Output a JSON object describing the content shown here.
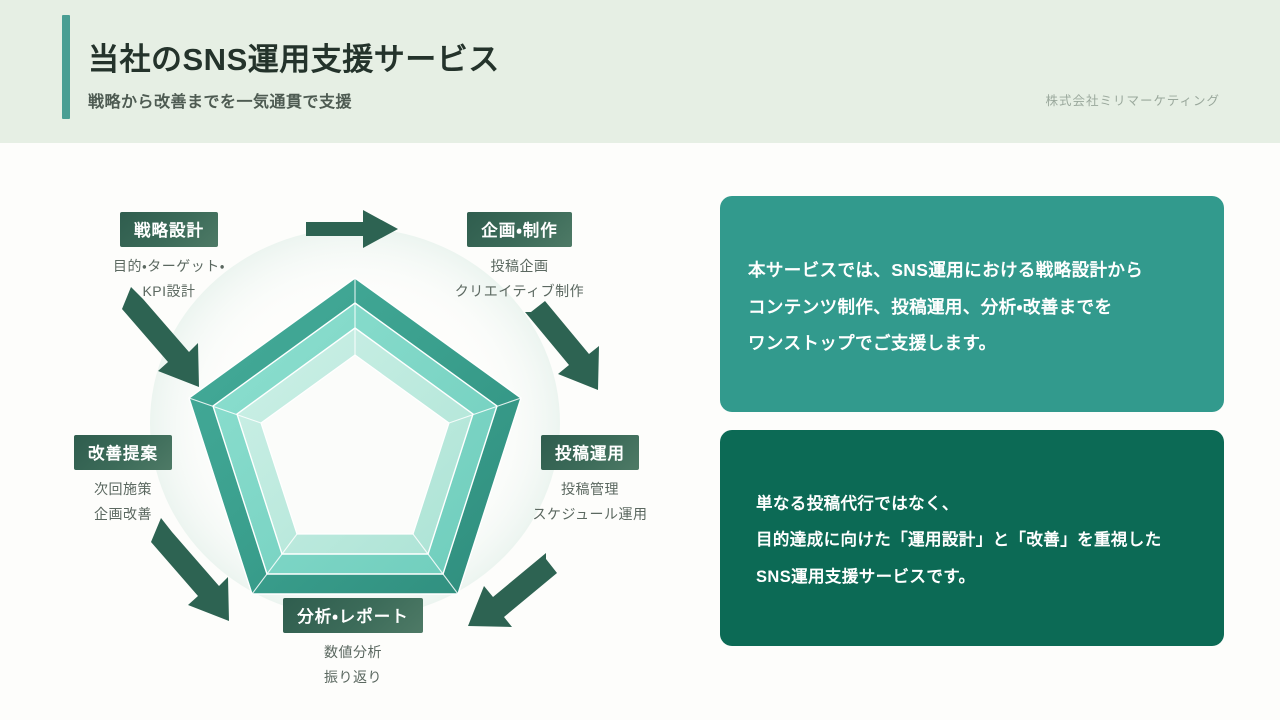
{
  "header": {
    "title": "当社のSNS運用支援サービス",
    "subtitle": "戦略から改善までを一気通貫で支援",
    "company": "株式会社ミリマーケティング",
    "accent_color": "#4a9e93",
    "background_color": "#e6efe4"
  },
  "diagram": {
    "shape": "pentagon",
    "ring_colors": [
      "#3aa08f",
      "#7ed6c6",
      "#bdeade"
    ],
    "arrow_color": "#2d6352",
    "nodes": [
      {
        "id": "strategy",
        "label": "戦略設計",
        "desc_line1": "目的・ターゲット・",
        "desc_line2": "KPI設計"
      },
      {
        "id": "plan",
        "label": "企画・制作",
        "desc_line1": "投稿企画",
        "desc_line2": "クリエイティブ制作"
      },
      {
        "id": "operate",
        "label": "投稿運用",
        "desc_line1": "投稿管理",
        "desc_line2": "スケジュール運用"
      },
      {
        "id": "report",
        "label": "分析・レポート",
        "desc_line1": "数値分析",
        "desc_line2": "振り返り"
      },
      {
        "id": "improve",
        "label": "改善提案",
        "desc_line1": "次回施策",
        "desc_line2": "企画改善"
      }
    ]
  },
  "panels": [
    {
      "id": "overview",
      "background_color": "#329a8d",
      "line1": "本サービスでは、SNS運用における戦略設計から",
      "line2": "コンテンツ制作、投稿運用、分析・改善までを",
      "line3": "ワンストップでご支援します。"
    },
    {
      "id": "value",
      "background_color": "#0c6a55",
      "line1": "単なる投稿代行ではなく、",
      "line2": "目的達成に向けた「運用設計」と「改善」を重視した",
      "line3": "SNS運用支援サービスです。"
    }
  ]
}
